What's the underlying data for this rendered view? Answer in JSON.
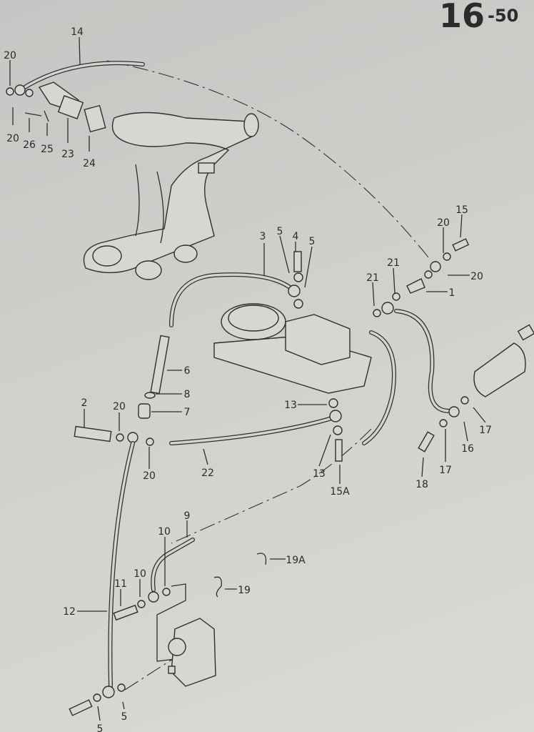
{
  "page": {
    "section": "16",
    "page_number": "-50"
  },
  "callouts": [
    "14",
    "20",
    "20",
    "26",
    "25",
    "23",
    "24",
    "3",
    "5",
    "4",
    "5",
    "15",
    "20",
    "21",
    "20",
    "21",
    "1",
    "6",
    "8",
    "7",
    "2",
    "20",
    "20",
    "22",
    "13",
    "13",
    "15A",
    "18",
    "17",
    "16",
    "17",
    "9",
    "10",
    "10",
    "11",
    "19A",
    "19",
    "12",
    "5",
    "5"
  ]
}
